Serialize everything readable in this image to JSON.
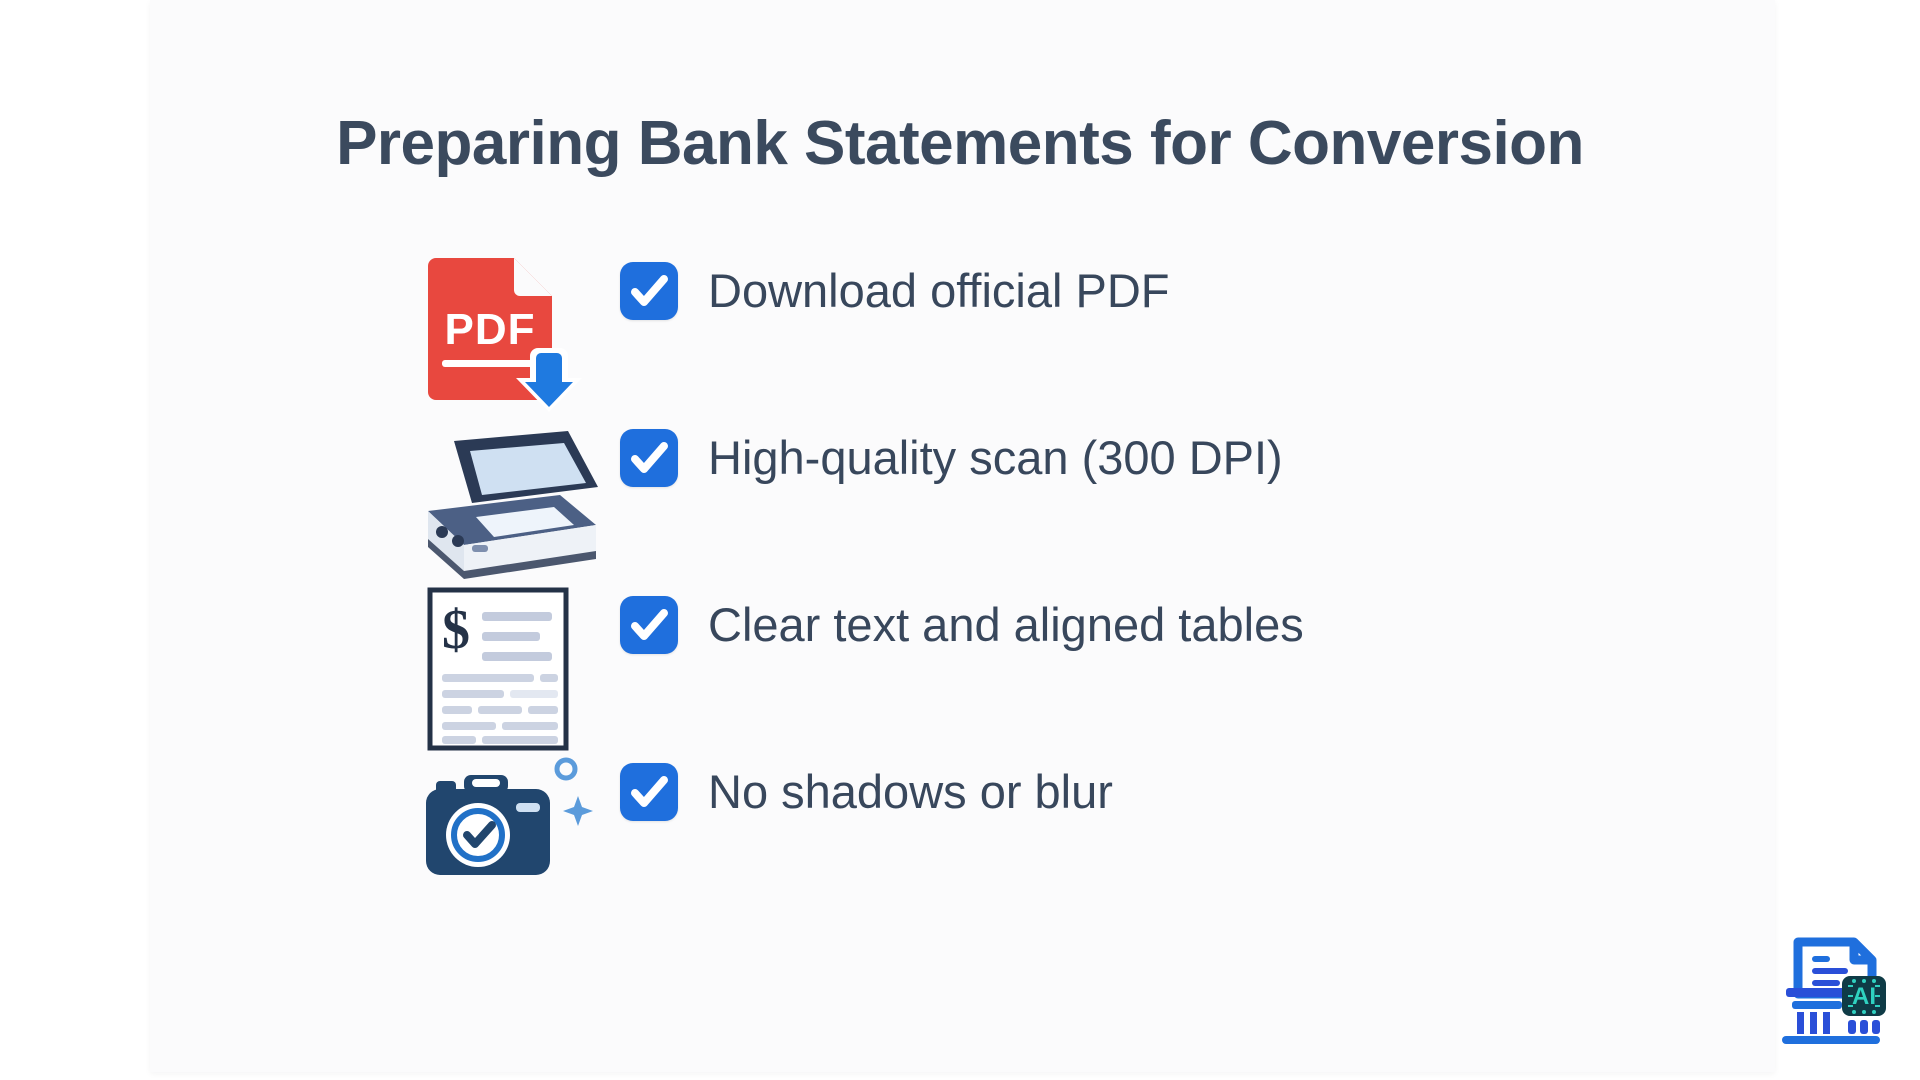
{
  "slide": {
    "title": "Preparing Bank Statements for Conversion",
    "background_color": "#ffffff",
    "panel_color": "#fbfbfc",
    "title_color": "#3b4a5e",
    "text_color": "#38475c",
    "accent_color": "#1f6fdd"
  },
  "checklist": {
    "items": [
      {
        "label": "Download official PDF",
        "checked": true,
        "icon": "pdf-download-icon",
        "icon_text": "PDF",
        "icon_colors": {
          "body": "#e8483f",
          "accent": "#1f7ae0",
          "text": "#ffffff"
        }
      },
      {
        "label": "High-quality scan (300 DPI)",
        "checked": true,
        "icon": "flatbed-scanner-icon",
        "icon_colors": {
          "body": "#2b3a55",
          "glass": "#cfe0f2",
          "base": "#eef2f7"
        }
      },
      {
        "label": "Clear text and aligned tables",
        "checked": true,
        "icon": "statement-document-icon",
        "icon_text": "$",
        "icon_colors": {
          "border": "#243247",
          "page": "#ffffff",
          "lines": "#c3cbdd"
        }
      },
      {
        "label": "No shadows or blur",
        "checked": true,
        "icon": "camera-check-icon",
        "icon_colors": {
          "body": "#21466e",
          "lens": "#2171c7",
          "sparkle": "#5b9bdb"
        }
      }
    ]
  },
  "branding": {
    "logo_name": "bank-ai-logo",
    "badge_text": "AI",
    "colors": {
      "primary": "#1f6fdd",
      "secondary": "#2a4fd8",
      "badge": "#0f3b46",
      "badge_accent": "#2fd2c0"
    }
  }
}
